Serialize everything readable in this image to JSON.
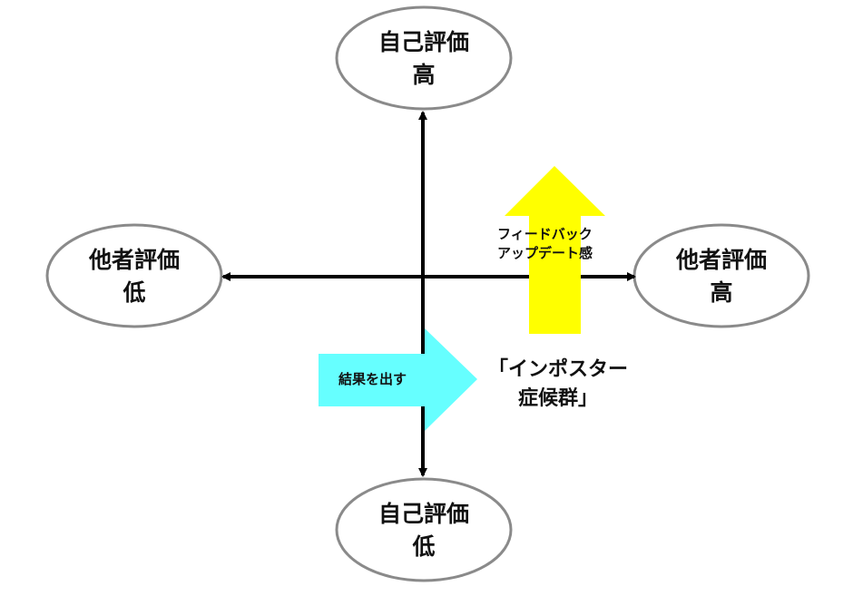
{
  "nodes": {
    "top": {
      "line1": "自己評価",
      "line2": "高"
    },
    "bottom": {
      "line1": "自己評価",
      "line2": "低"
    },
    "left": {
      "line1": "他者評価",
      "line2": "低"
    },
    "right": {
      "line1": "他者評価",
      "line2": "高"
    }
  },
  "arrows": {
    "feedback": {
      "line1": "フィードバック",
      "line2": "アップデート感",
      "color": "#FFFF00"
    },
    "results": {
      "label": "結果を出す",
      "color": "#66FFFF"
    }
  },
  "impostor": {
    "line1": "「インポスター",
    "line2": "症候群」"
  }
}
